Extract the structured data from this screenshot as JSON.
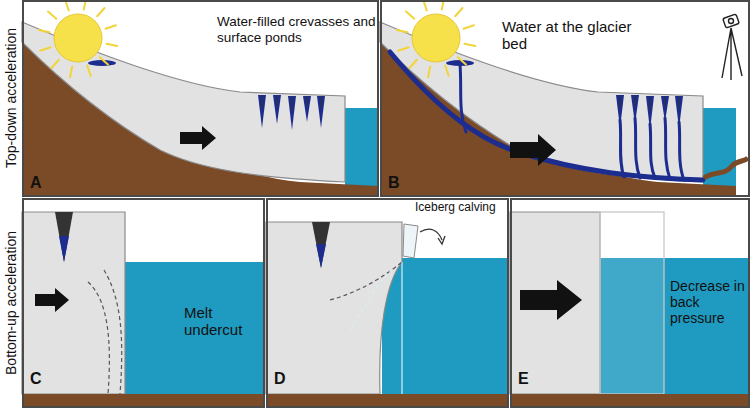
{
  "diagram": {
    "nodes": [
      {
        "text": [
          "Water-filled crevasses and surface ponds",
          "A"
        ]
      },
      {
        "text": [
          "Water at the glacier bed",
          "B"
        ]
      },
      {
        "text": [
          "Melt undercut",
          "C"
        ]
      },
      {
        "text": [
          "Iceberg calving",
          "D"
        ]
      },
      {
        "text": [
          "Decrease in back pressure",
          "E"
        ]
      }
    ],
    "labels": [
      "Top-down acceleration",
      "Bottom-up acceleration"
    ]
  }
}
